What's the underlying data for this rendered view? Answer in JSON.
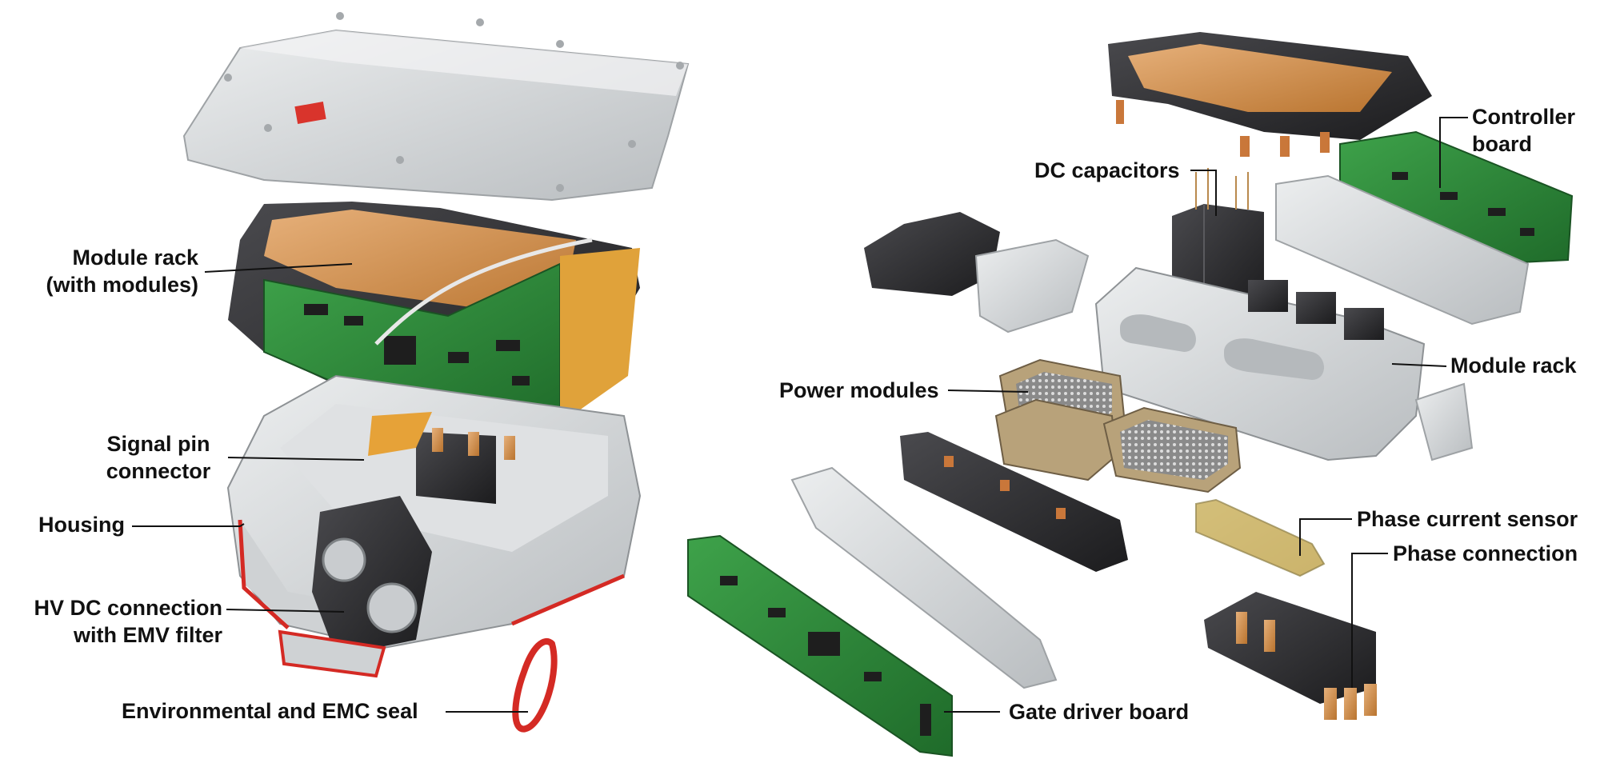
{
  "labels": {
    "module_rack_with_modules": [
      "Module rack",
      "(with modules)"
    ],
    "signal_pin_connector": [
      "Signal pin",
      "connector"
    ],
    "housing": "Housing",
    "hv_dc_connection": [
      "HV DC connection",
      "with EMV filter"
    ],
    "environmental_seal": "Environmental and EMC seal",
    "controller_board": [
      "Controller",
      "board"
    ],
    "dc_capacitors": "DC capacitors",
    "module_rack": "Module rack",
    "power_modules": "Power modules",
    "phase_current_sensor": "Phase current sensor",
    "phase_connection": "Phase connection",
    "gate_driver_board": "Gate driver board"
  },
  "colors": {
    "pcb_green": "#2f8a3a",
    "copper": "#c9773a",
    "aluminium": "#cfd2d4",
    "plastic_black": "#2b2b2d",
    "seal_red": "#d42a24",
    "busbar_tan": "#d8a26a",
    "sensor_gold": "#c8b863"
  }
}
